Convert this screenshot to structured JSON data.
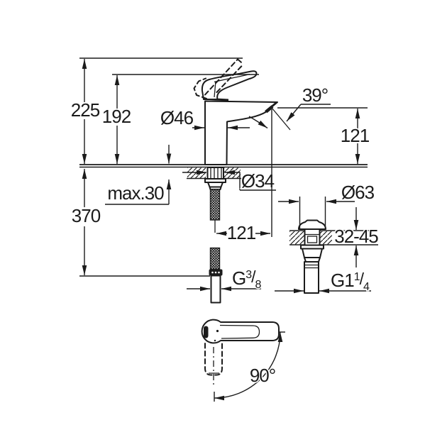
{
  "colors": {
    "line": "#1b1b1b",
    "background": "#ffffff"
  },
  "main_view": {
    "dim_total_height": "225",
    "dim_body_height": "192",
    "dim_body_diameter": "Ø46",
    "dim_spout_angle": "39°",
    "dim_spout_height": "121",
    "dim_mounting_max": "max.30",
    "dim_hole_diameter": "Ø34",
    "dim_hose_length": "370",
    "dim_spout_reach": "121",
    "thread_supply": {
      "prefix": "G",
      "numerator": "3",
      "slash": "/",
      "denominator": "8"
    }
  },
  "waste_view": {
    "dim_flange_diameter": "Ø63",
    "dim_deck_thickness": "32-45",
    "thread_waste": {
      "prefix": "G1",
      "numerator": "1",
      "slash": "/",
      "denominator": "4"
    }
  },
  "handle_view": {
    "dim_swivel_angle": "90°"
  }
}
